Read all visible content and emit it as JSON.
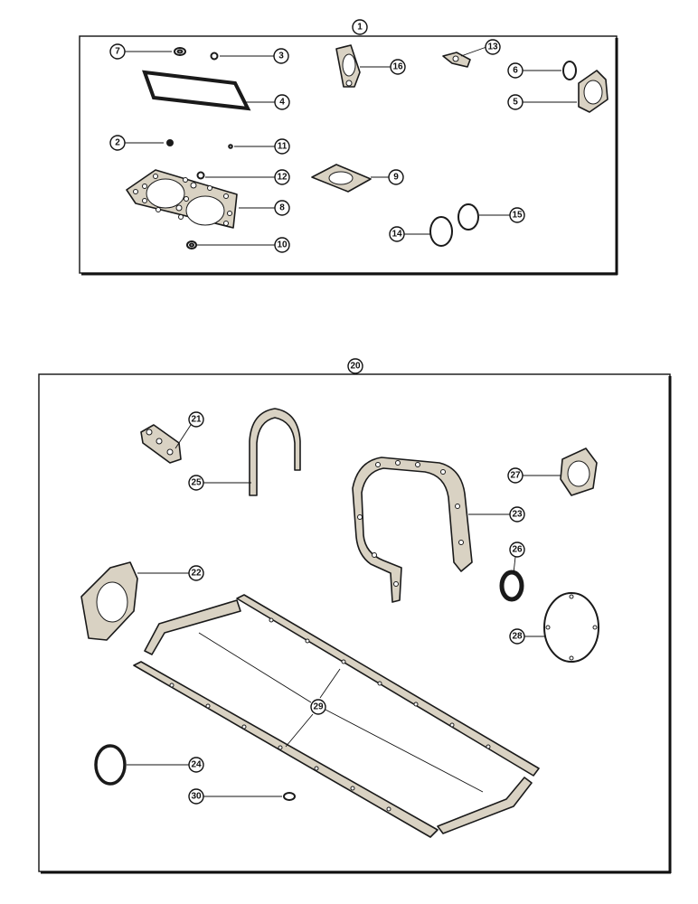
{
  "callouts": {
    "kit1": "1",
    "c2": "2",
    "c3": "3",
    "c4": "4",
    "c5": "5",
    "c6": "6",
    "c7": "7",
    "c8": "8",
    "c9": "9",
    "c10": "10",
    "c11": "11",
    "c12": "12",
    "c13": "13",
    "c14": "14",
    "c15": "15",
    "c16": "16",
    "kit20": "20",
    "c21": "21",
    "c22": "22",
    "c23": "23",
    "c24": "24",
    "c25": "25",
    "c26": "26",
    "c27": "27",
    "c28": "28",
    "c29": "29",
    "c30": "30"
  },
  "colors": {
    "line": "#111111",
    "gasket_fill": "#d9d2c3",
    "background": "#ffffff"
  }
}
